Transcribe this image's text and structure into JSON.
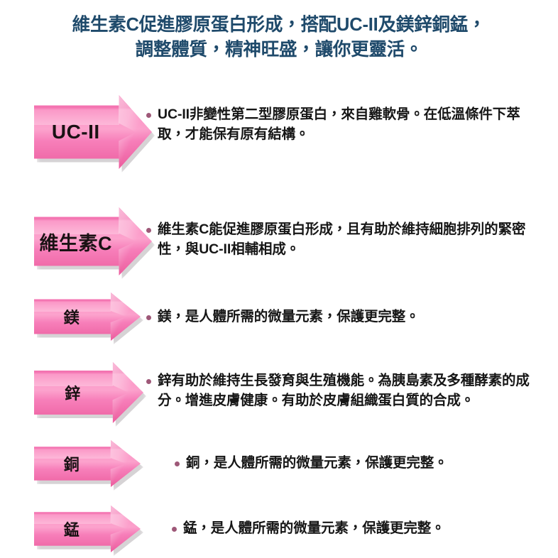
{
  "headline": {
    "line1": "維生素C促進膠原蛋白形成，搭配UC-II及鎂鋅銅錳，",
    "line2": "調整體質，精神旺盛，讓你更靈活。"
  },
  "colors": {
    "headline_text": "#1f4a6b",
    "arrow_pink_light": "#fca3cd",
    "arrow_pink_mid": "#f472b0",
    "arrow_pink_deep": "#ec5c9d",
    "bullet_dot": "#9e5878",
    "body_text": "#161616",
    "background": "#ffffff"
  },
  "rows": [
    {
      "label": "UC-II",
      "description": "UC-II非變性第二型膠原蛋白，來自雞軟骨。在低溫條件下萃取，才能保有原有結構。",
      "icon": "right-arrow-banner-icon"
    },
    {
      "label": "維生素C",
      "description": "維生素C能促進膠原蛋白形成，且有助於維持細胞排列的緊密性，與UC-II相輔相成。",
      "icon": "right-arrow-banner-icon"
    },
    {
      "label": "鎂",
      "description": "鎂，是人體所需的微量元素，保護更完整。",
      "icon": "right-arrow-banner-icon"
    },
    {
      "label": "鋅",
      "description": "鋅有助於維持生長發育與生殖機能。為胰島素及多種酵素的成分。增進皮膚健康。有助於皮膚組織蛋白質的合成。",
      "icon": "right-arrow-banner-icon"
    },
    {
      "label": "銅",
      "description": "銅，是人體所需的微量元素，保護更完整。",
      "icon": "right-arrow-banner-icon"
    },
    {
      "label": "錳",
      "description": "錳，是人體所需的微量元素，保護更完整。",
      "icon": "right-arrow-banner-icon"
    }
  ]
}
